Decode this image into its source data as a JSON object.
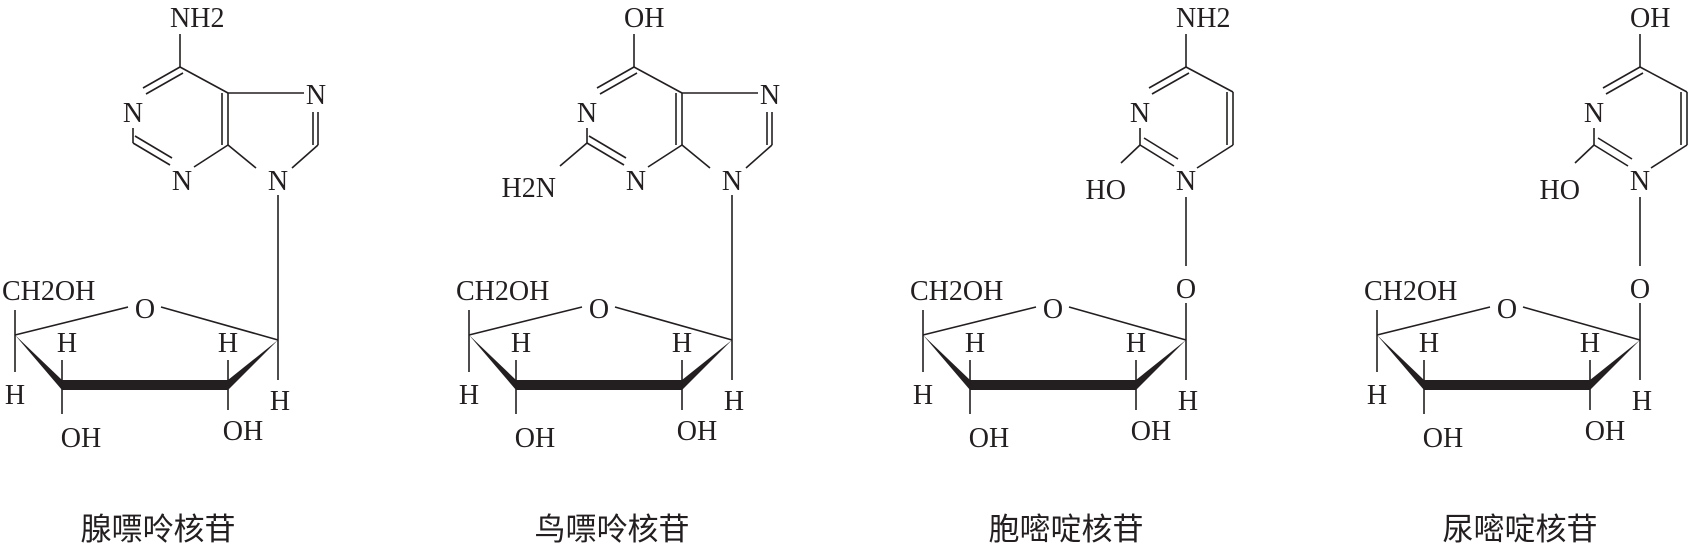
{
  "molecules": [
    {
      "name": "腺嘌呤核苷",
      "base_type": "purine",
      "base_top": "NH2",
      "ring_n": [
        "N",
        "N",
        "N",
        "N"
      ],
      "c2_substituent": null,
      "sugar": {
        "ch2oh": "CH2OH",
        "ring_o": "O",
        "h_c4": "H",
        "h_c3": "H",
        "h_c2": "H",
        "h_c1": "H",
        "oh_c3": "OH",
        "oh_c2": "OH"
      }
    },
    {
      "name": "鸟嘌呤核苷",
      "base_type": "purine",
      "base_top": "OH",
      "ring_n": [
        "N",
        "N",
        "N",
        "N"
      ],
      "c2_substituent": "H2N",
      "sugar": {
        "ch2oh": "CH2OH",
        "ring_o": "O",
        "h_c4": "H",
        "h_c3": "H",
        "h_c2": "H",
        "h_c1": "H",
        "oh_c3": "OH",
        "oh_c2": "OH"
      }
    },
    {
      "name": "胞嘧啶核苷",
      "base_type": "pyrimidine",
      "base_top": "NH2",
      "ring_n": [
        "N",
        "N"
      ],
      "c2_substituent": "HO",
      "link_o": "O",
      "sugar": {
        "ch2oh": "CH2OH",
        "ring_o": "O",
        "h_c4": "H",
        "h_c3": "H",
        "h_c2": "H",
        "h_c1": "H",
        "oh_c3": "OH",
        "oh_c2": "OH"
      }
    },
    {
      "name": "尿嘧啶核苷",
      "base_type": "pyrimidine",
      "base_top": "OH",
      "ring_n": [
        "N",
        "N"
      ],
      "c2_substituent": "HO",
      "link_o": "O",
      "sugar": {
        "ch2oh": "CH2OH",
        "ring_o": "O",
        "h_c4": "H",
        "h_c3": "H",
        "h_c2": "H",
        "h_c1": "H",
        "oh_c3": "OH",
        "oh_c2": "OH"
      }
    }
  ]
}
